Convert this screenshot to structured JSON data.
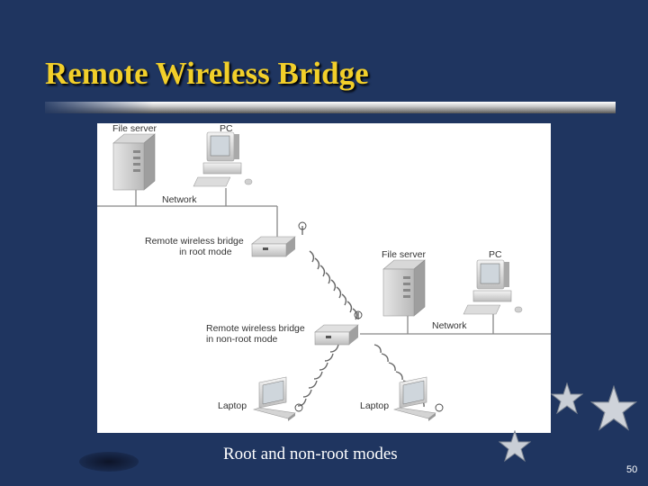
{
  "slide": {
    "title": "Remote Wireless Bridge",
    "caption": "Root and non-root modes",
    "page_number": "50"
  },
  "diagram": {
    "labels": {
      "file_server_1": "File server",
      "pc_1": "PC",
      "network_1": "Network",
      "root_bridge_line1": "Remote wireless bridge",
      "root_bridge_line2": "in root mode",
      "file_server_2": "File server",
      "pc_2": "PC",
      "network_2": "Network",
      "nonroot_bridge_line1": "Remote wireless bridge",
      "nonroot_bridge_line2": "in non-root mode",
      "laptop_1": "Laptop",
      "laptop_2": "Laptop"
    }
  },
  "colors": {
    "background": "#1f3560",
    "title": "#f2cf2a",
    "caption": "#ffffff"
  },
  "icons": [
    "file-server-icon",
    "pc-icon",
    "wireless-bridge-icon",
    "laptop-icon",
    "star-icon"
  ]
}
